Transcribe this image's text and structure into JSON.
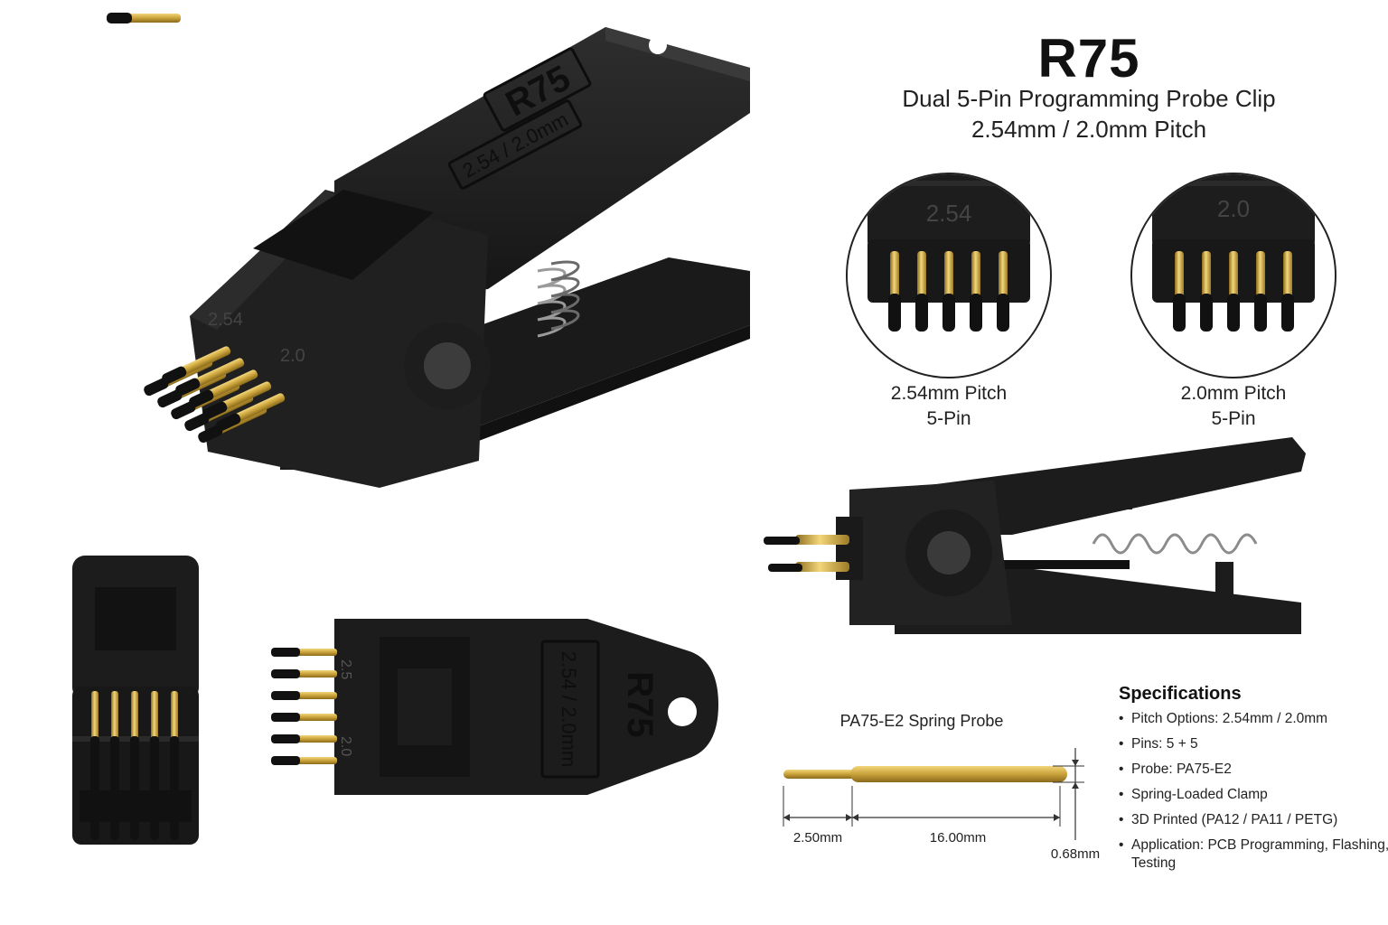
{
  "header": {
    "title": "R75",
    "subtitle_line1": "Dual 5-Pin Programming Probe Clip",
    "subtitle_line2": "2.54mm / 2.0mm Pitch"
  },
  "main_clip": {
    "label_model": "R75",
    "label_pitch": "2.54 / 2.0mm",
    "label_254": "2.54",
    "label_20": "2.0"
  },
  "detail_254": {
    "lens_label": "2.54",
    "caption_line1": "2.54mm Pitch",
    "caption_line2": "5-Pin"
  },
  "detail_20": {
    "lens_label": "2.0",
    "caption_line1": "2.0mm Pitch",
    "caption_line2": "5-Pin"
  },
  "top_view": {
    "label_model": "R75",
    "label_pitch": "2.54 / 2.0mm",
    "label_25": "2.5",
    "label_20": "2.0"
  },
  "probe": {
    "title": "PA75-E2 Spring Probe",
    "dim_tip": "2.50mm",
    "dim_body": "16.00mm",
    "dim_diameter": "0.68mm"
  },
  "specs": {
    "heading": "Specifications",
    "items": [
      "Pitch Options: 2.54mm / 2.0mm",
      "Pins: 5 + 5",
      "Probe: PA75-E2",
      "Spring-Loaded Clamp",
      "3D Printed (PA12 / PA11 / PETG)",
      "Application: PCB Programming, Flashing, Testing"
    ]
  },
  "colors": {
    "body": "#1c1c1c",
    "body_light": "#2a2a2a",
    "gold": "#c9a23a",
    "background": "#ffffff"
  }
}
